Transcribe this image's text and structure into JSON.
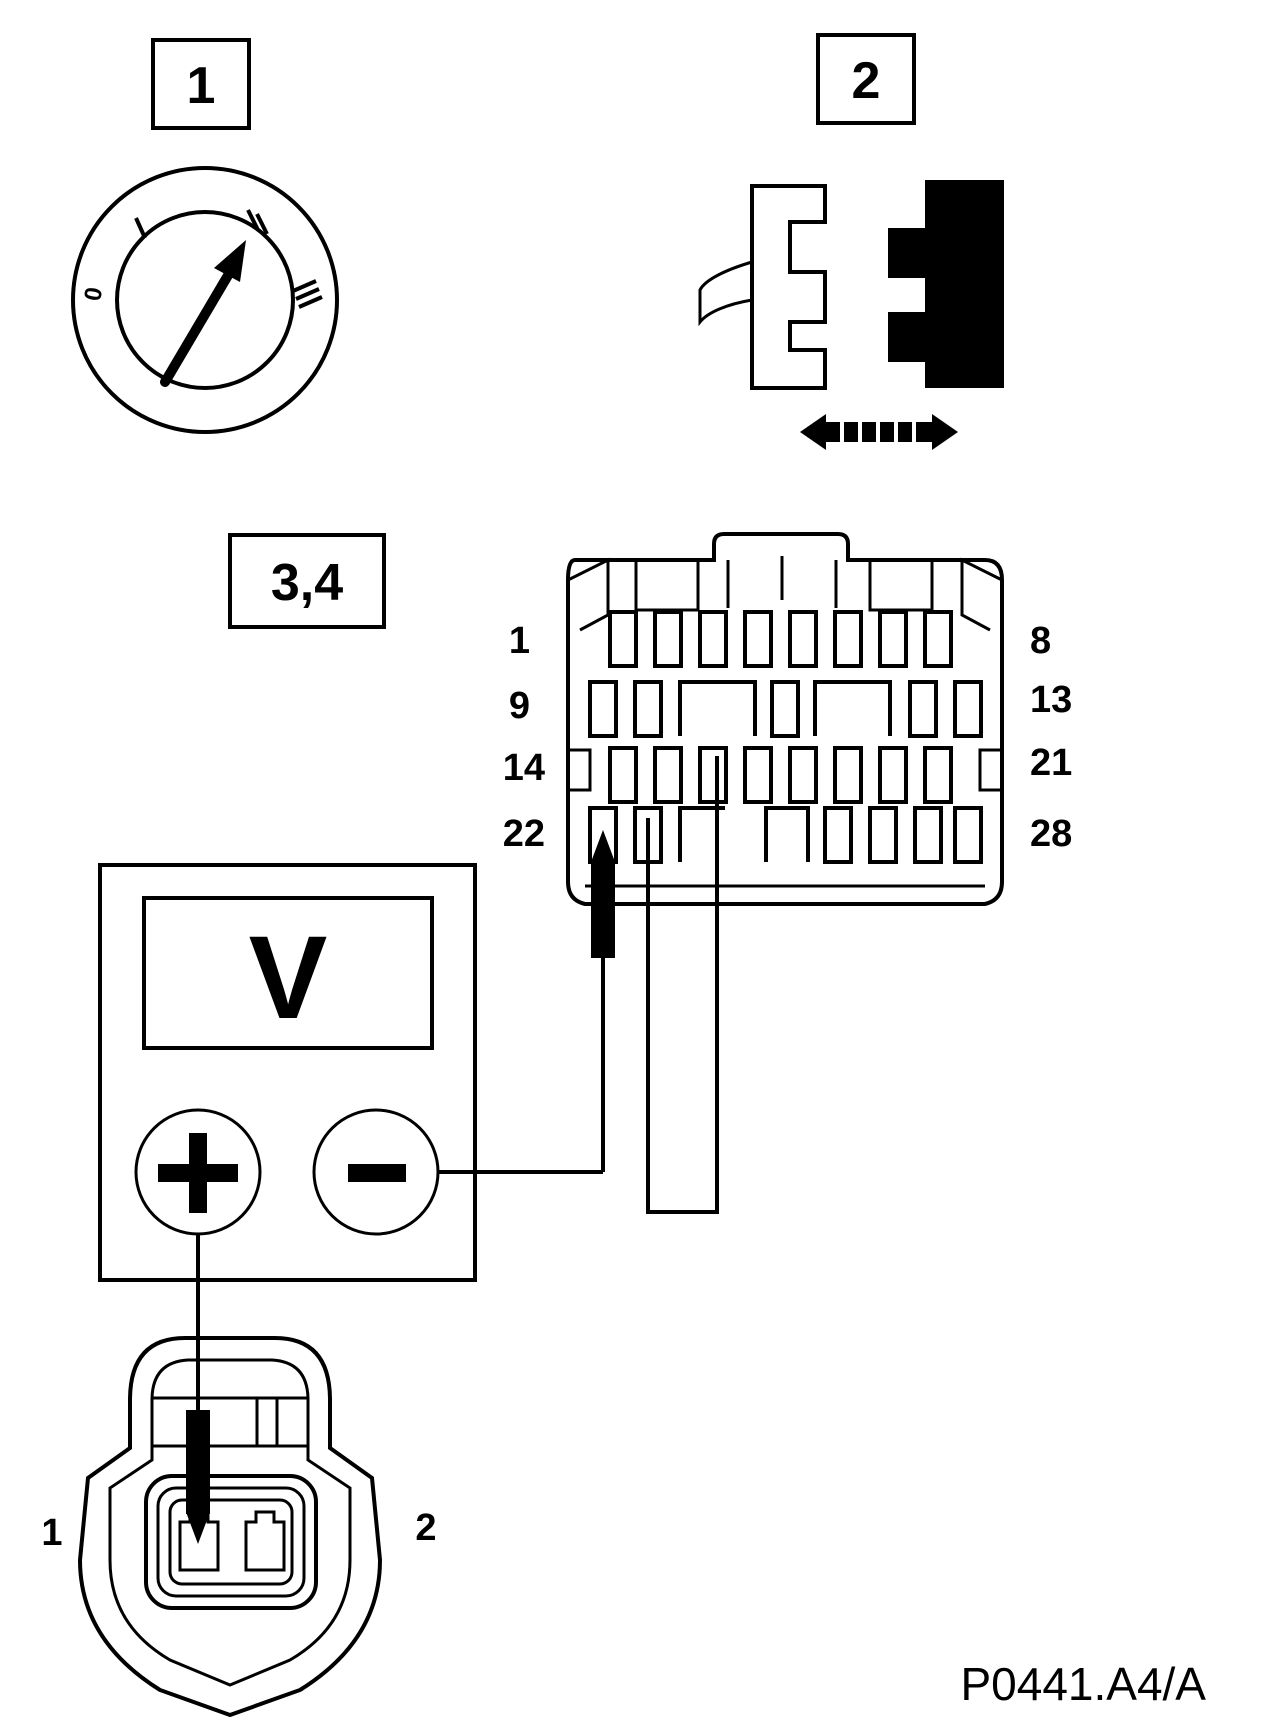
{
  "steps": {
    "step1": "1",
    "step2": "2",
    "step34": "3,4"
  },
  "ignition_switch": {
    "positions": [
      "0",
      "I",
      "II",
      "III"
    ]
  },
  "meter": {
    "symbol": "V",
    "plus": "+",
    "minus": "−"
  },
  "ecu_connector": {
    "rows": [
      {
        "left": "1",
        "right": "8"
      },
      {
        "left": "9",
        "right": "13"
      },
      {
        "left": "14",
        "right": "21"
      },
      {
        "left": "22",
        "right": "28"
      }
    ]
  },
  "sensor_connector": {
    "left_pin": "1",
    "right_pin": "2"
  },
  "figure_ref": "P0441.A4/A",
  "colors": {
    "ink": "#000000",
    "paper": "#ffffff"
  }
}
